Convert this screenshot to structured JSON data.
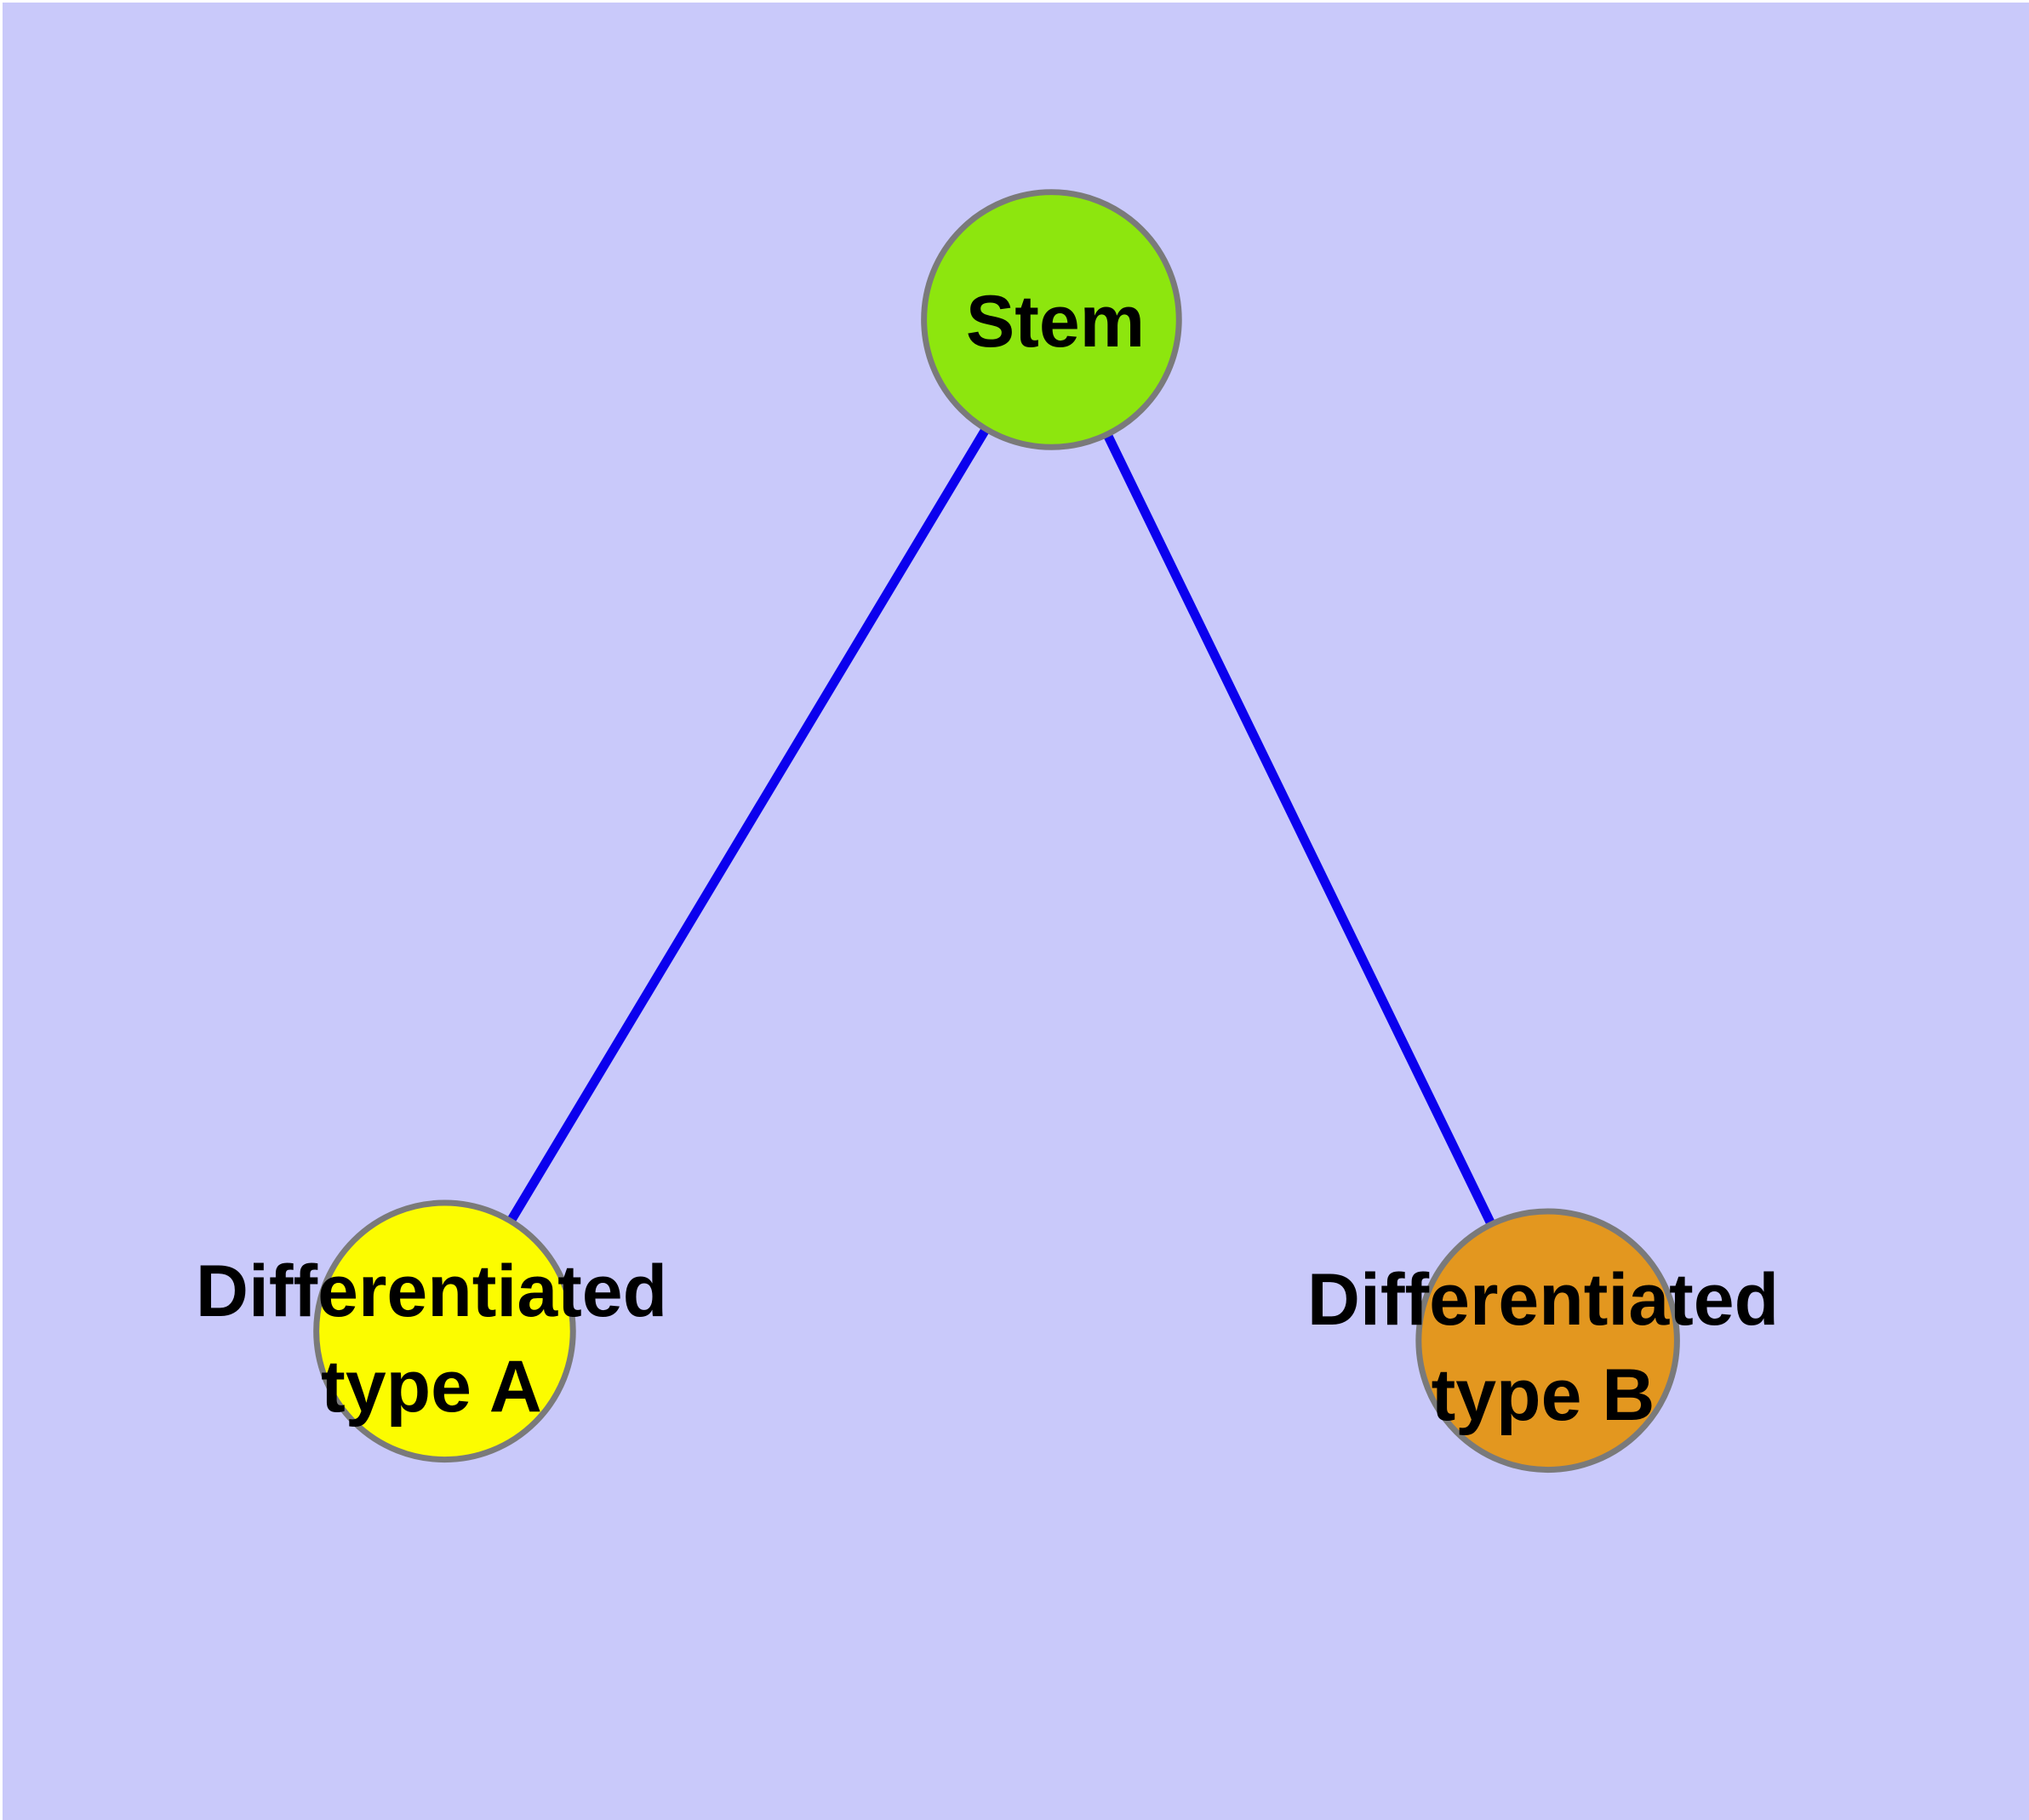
{
  "diagram": {
    "background_color": "#C9C9FA",
    "frame_edge_color": "#FFFFFF",
    "edge_color": "#0B00EE",
    "node_border_color": "#7A7A7A",
    "text_color": "#000000",
    "nodes": [
      {
        "id": "stem",
        "label": "Stem",
        "label_lines": [
          "Stem"
        ],
        "fill": "#8DE60E"
      },
      {
        "id": "differentiated-type-a",
        "label": "Differentiated type A",
        "label_lines": [
          "Differentiated",
          "type A"
        ],
        "fill": "#FCFC00"
      },
      {
        "id": "differentiated-type-b",
        "label": "Differentiated type B",
        "label_lines": [
          "Differentiated",
          "type B"
        ],
        "fill": "#E3971F"
      }
    ],
    "edges": [
      {
        "from": "stem",
        "to": "differentiated-type-a"
      },
      {
        "from": "stem",
        "to": "differentiated-type-b"
      }
    ]
  }
}
